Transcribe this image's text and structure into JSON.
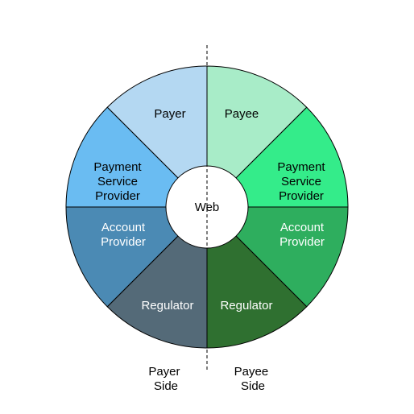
{
  "diagram": {
    "center": {
      "label": "Web"
    },
    "segments": [
      {
        "id": "payer",
        "lines": [
          "Payer"
        ],
        "color": "#b4d8f2",
        "text_color": "#000000"
      },
      {
        "id": "payee",
        "lines": [
          "Payee"
        ],
        "color": "#a8ecc8",
        "text_color": "#000000"
      },
      {
        "id": "payee-psp",
        "lines": [
          "Payment",
          "Service",
          "Provider"
        ],
        "color": "#34ec8a",
        "text_color": "#000000"
      },
      {
        "id": "payee-account",
        "lines": [
          "Account",
          "Provider"
        ],
        "color": "#2eae5e",
        "text_color": "#ffffff"
      },
      {
        "id": "payee-reg",
        "lines": [
          "Regulator"
        ],
        "color": "#2f7030",
        "text_color": "#ffffff"
      },
      {
        "id": "payer-reg",
        "lines": [
          "Regulator"
        ],
        "color": "#546a78",
        "text_color": "#ffffff"
      },
      {
        "id": "payer-account",
        "lines": [
          "Account",
          "Provider"
        ],
        "color": "#4b8ab4",
        "text_color": "#ffffff"
      },
      {
        "id": "payer-psp",
        "lines": [
          "Payment",
          "Service",
          "Provider"
        ],
        "color": "#6abcf2",
        "text_color": "#000000"
      }
    ],
    "sides": {
      "payer": [
        "Payer",
        "Side"
      ],
      "payee": [
        "Payee",
        "Side"
      ]
    }
  }
}
